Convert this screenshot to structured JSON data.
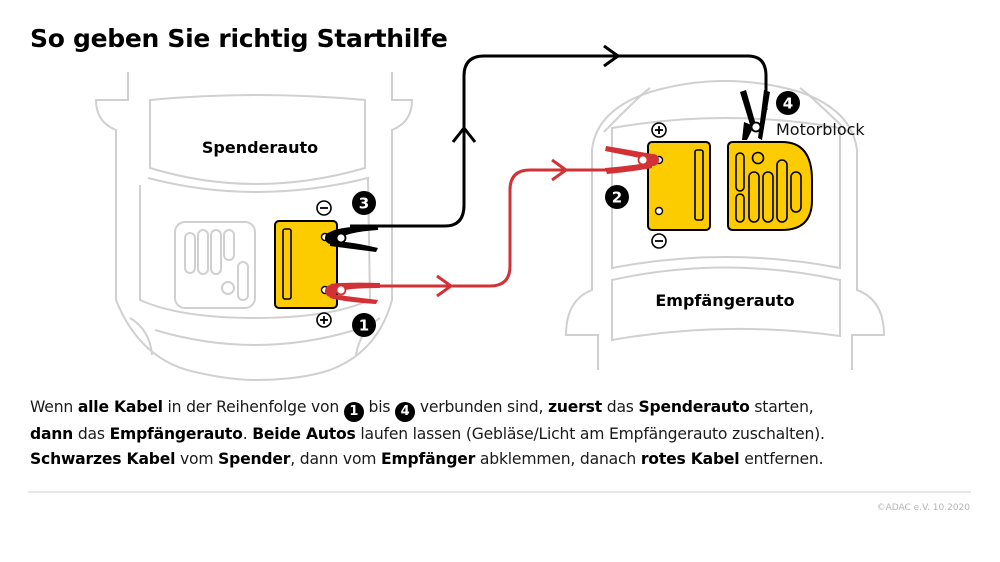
{
  "title": "So geben Sie richtig Starthilfe",
  "colors": {
    "battery_fill": "#fccc00",
    "red_cable": "#d23235",
    "black_cable": "#000000",
    "car_outline": "#d0d0d0",
    "credit_text": "#b5b5b5"
  },
  "diagram": {
    "donor_car": {
      "label": "Spenderauto"
    },
    "recipient_car": {
      "label": "Empfängerauto"
    },
    "engine_block_label": "Motorblock",
    "terminals": {
      "plus": "⊕",
      "minus": "⊖"
    },
    "steps": [
      "1",
      "2",
      "3",
      "4"
    ],
    "cables": [
      {
        "name": "red-cable",
        "from": "Spenderauto ⊕",
        "to": "Empfängerauto ⊕",
        "step_from": "1",
        "step_to": "2"
      },
      {
        "name": "black-cable",
        "from": "Spenderauto ⊖",
        "to": "Motorblock",
        "step_from": "3",
        "step_to": "4"
      }
    ]
  },
  "caption": {
    "line1": [
      {
        "t": "Wenn ",
        "b": false
      },
      {
        "t": "alle Kabel",
        "b": true
      },
      {
        "t": " in der Reihenfolge von ",
        "b": false
      },
      {
        "n": "1"
      },
      {
        "t": " bis ",
        "b": false
      },
      {
        "n": "4"
      },
      {
        "t": " verbunden sind, ",
        "b": false
      },
      {
        "t": "zuerst",
        "b": true
      },
      {
        "t": " das ",
        "b": false
      },
      {
        "t": "Spenderauto",
        "b": true
      },
      {
        "t": " starten,",
        "b": false
      }
    ],
    "line2": [
      {
        "t": "dann",
        "b": true
      },
      {
        "t": " das ",
        "b": false
      },
      {
        "t": "Empfängerauto",
        "b": true
      },
      {
        "t": ". ",
        "b": false
      },
      {
        "t": "Beide Autos",
        "b": true
      },
      {
        "t": " laufen lassen (Gebläse/Licht am Empfängerauto zuschalten).",
        "b": false
      }
    ],
    "line3": [
      {
        "t": "Schwarzes Kabel",
        "b": true
      },
      {
        "t": " vom ",
        "b": false
      },
      {
        "t": "Spender",
        "b": true
      },
      {
        "t": ", dann vom ",
        "b": false
      },
      {
        "t": "Empfänger",
        "b": true
      },
      {
        "t": " abklemmen, danach ",
        "b": false
      },
      {
        "t": "rotes Kabel",
        "b": true
      },
      {
        "t": " entfernen.",
        "b": false
      }
    ]
  },
  "credit": "©ADAC e.V.  10.2020"
}
